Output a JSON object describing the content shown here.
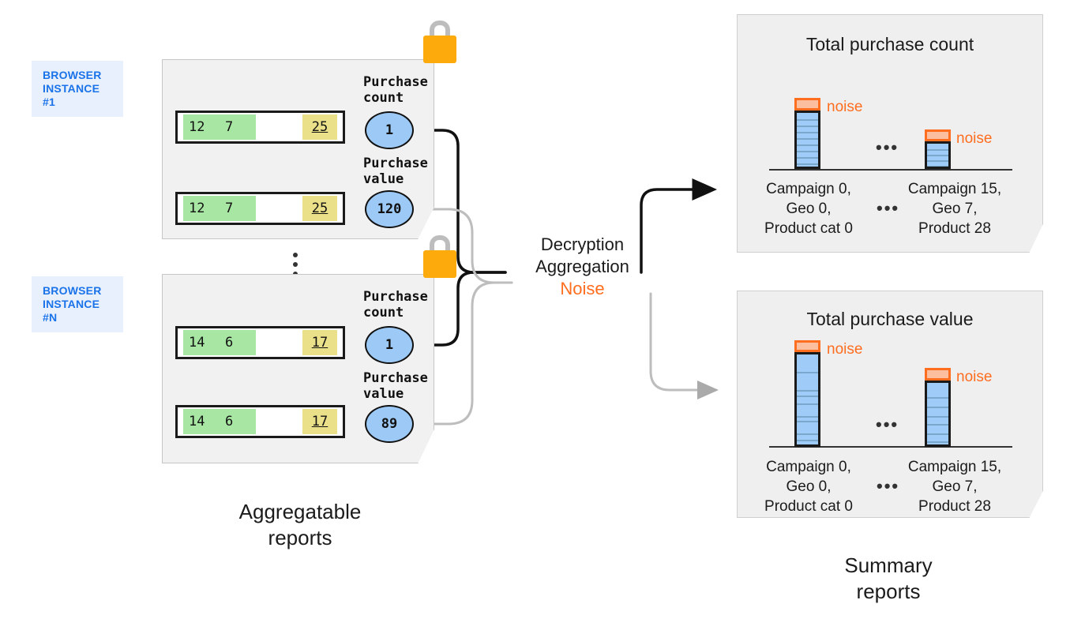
{
  "instances": [
    {
      "tag": "BROWSER\nINSTANCE #1",
      "rows": [
        {
          "green1": "12",
          "green2": "7",
          "yellow": "25"
        },
        {
          "green1": "12",
          "green2": "7",
          "yellow": "25"
        }
      ],
      "metrics": [
        {
          "label": "Purchase\ncount",
          "value": "1"
        },
        {
          "label": "Purchase\nvalue",
          "value": "120"
        }
      ],
      "lock": "lock-icon"
    },
    {
      "tag": "BROWSER\nINSTANCE #N",
      "rows": [
        {
          "green1": "14",
          "green2": "6",
          "yellow": "17"
        },
        {
          "green1": "14",
          "green2": "6",
          "yellow": "17"
        }
      ],
      "metrics": [
        {
          "label": "Purchase\ncount",
          "value": "1"
        },
        {
          "label": "Purchase\nvalue",
          "value": "89"
        }
      ],
      "lock": "lock-icon"
    }
  ],
  "left_caption": "Aggregatable\nreports",
  "right_caption": "Summary\nreports",
  "process": {
    "line1": "Decryption",
    "line2": "Aggregation",
    "line3": "Noise"
  },
  "ellipsis": "⋮",
  "hdots": "•••",
  "colors": {
    "accent_blue": "#1a73e8",
    "badge_blue": "#9cc9f5",
    "bar_blue": "#9ecbf7",
    "noise_orange": "#ff6d1f",
    "noise_fill": "#fbbfa0",
    "lock_orange": "#fdaa0c",
    "cell_green": "#a8e6a3",
    "cell_yellow": "#ebe08a",
    "panel_gray": "#f1f1f1",
    "card_gray": "#efefef"
  },
  "chart_data": [
    {
      "type": "bar",
      "title": "Total purchase count",
      "categories": [
        "Campaign 0,\nGeo 0,\nProduct cat 0",
        "Campaign 15,\nGeo 7,\nProduct 28"
      ],
      "values": [
        9,
        5
      ],
      "noise": [
        1,
        1
      ],
      "segments": [
        9,
        5
      ],
      "noise_label": "noise",
      "grid": false,
      "legend": "none",
      "xlabel": "",
      "ylabel": ""
    },
    {
      "type": "bar",
      "title": "Total purchase value",
      "categories": [
        "Campaign 0,\nGeo 0,\nProduct cat 0",
        "Campaign 15,\nGeo 7,\nProduct 28"
      ],
      "values": [
        11,
        7
      ],
      "noise": [
        1,
        1
      ],
      "segments": [
        11,
        7
      ],
      "noise_label": "noise",
      "grid": false,
      "legend": "none",
      "xlabel": "",
      "ylabel": ""
    }
  ]
}
